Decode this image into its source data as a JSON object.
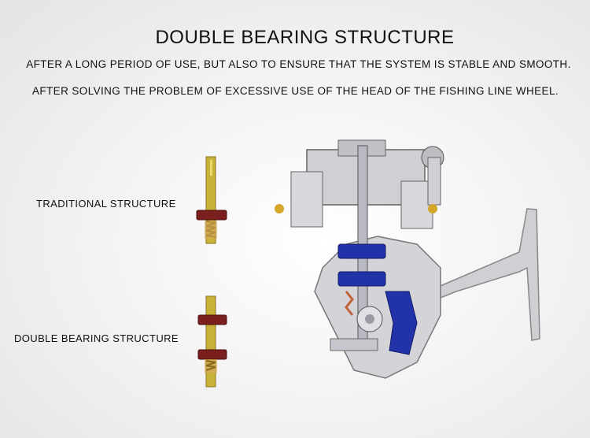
{
  "header": {
    "title": "DOUBLE BEARING STRUCTURE",
    "line1": "AFTER A LONG PERIOD OF USE, BUT ALSO TO ENSURE THAT THE SYSTEM IS STABLE AND SMOOTH.",
    "line2": "AFTER SOLVING THE PROBLEM OF EXCESSIVE USE OF THE HEAD OF THE FISHING LINE WHEEL."
  },
  "labels": {
    "traditional": "TRADITIONAL STRUCTURE",
    "double": "DOUBLE BEARING STRUCTURE"
  },
  "colors": {
    "shaft": "#c9b23a",
    "bearing": "#7a1e1e",
    "blue_part": "#2233aa",
    "body_gray": "#c8c8cc"
  }
}
